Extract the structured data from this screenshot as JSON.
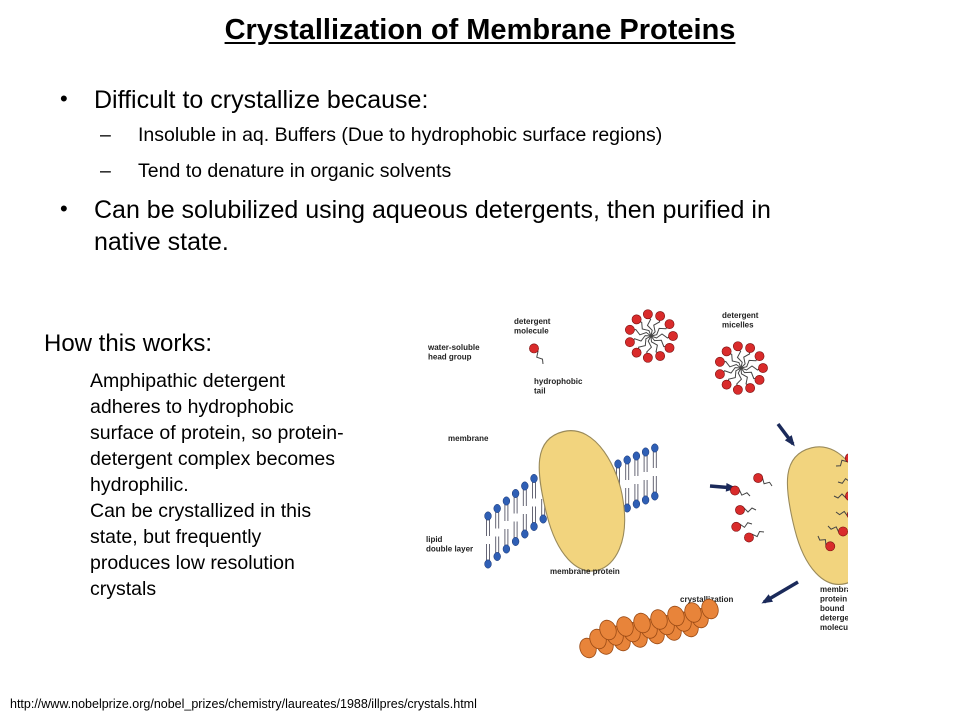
{
  "slide": {
    "title": "Crystallization of Membrane Proteins",
    "bullet1": "Difficult to crystallize because:",
    "sub1": "Insoluble in aq. Buffers (Due to hydrophobic surface regions)",
    "sub2": "Tend to denature in organic solvents",
    "bullet2_line1": "Can be solubilized using aqueous detergents, then purified in",
    "bullet2_line2": "native state.",
    "how_heading": "How this works:",
    "how_para1": "Amphipathic detergent\nadheres to hydrophobic\nsurface of protein, so protein-\ndetergent complex becomes\nhydrophilic.",
    "how_para2": "Can be crystallized in this\nstate, but frequently\nproduces low resolution\ncrystals",
    "source_url": "http://www.nobelprize.org/nobel_prizes/chemistry/laureates/1988/illpres/crystals.html"
  },
  "figure": {
    "labels": {
      "water_soluble": [
        "water-soluble",
        "head group"
      ],
      "detergent_molecule": [
        "detergent",
        "molecule"
      ],
      "hydrophobic_tail": [
        "hydrophobic",
        "tail"
      ],
      "detergent_micelles": [
        "detergent",
        "micelles"
      ],
      "membrane": "membrane",
      "lipid_double_layer": [
        "lipid",
        "double layer"
      ],
      "membrane_protein": "membrane protein",
      "crystallization": "crystallization",
      "bound": [
        "membrane",
        "protein with",
        "bound",
        "detergent",
        "molecules"
      ]
    },
    "colors": {
      "protein": "#f2d47e",
      "protein_edge": "#9a8a5a",
      "head_red": "#d92b2b",
      "lipid_blue": "#2f5fb5",
      "arrow": "#1b2a5a",
      "crystal": "#e8843a"
    }
  }
}
